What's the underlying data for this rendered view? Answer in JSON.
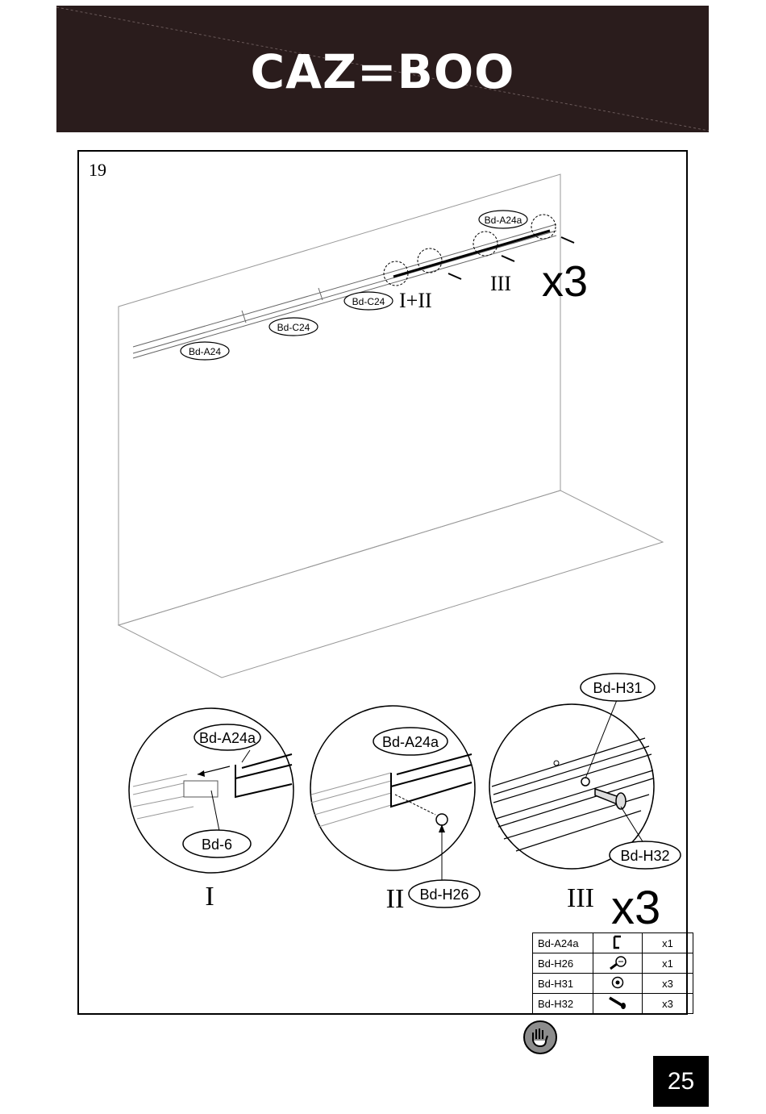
{
  "header": {
    "brand": "CAZ=BOO"
  },
  "step": {
    "number": "19"
  },
  "overview": {
    "labels": [
      "Bd-A24a",
      "Bd-C24",
      "Bd-C24",
      "Bd-A24"
    ],
    "roman_left": "I+II",
    "roman_right": "III",
    "multiplier": "x3"
  },
  "details": {
    "detail_1": {
      "roman": "I",
      "labels": [
        "Bd-A24a",
        "Bd-6"
      ]
    },
    "detail_2": {
      "roman": "II",
      "labels": [
        "Bd-A24a",
        "Bd-H26"
      ]
    },
    "detail_3": {
      "roman": "III",
      "labels": [
        "Bd-H31",
        "Bd-H32"
      ],
      "multiplier": "x3"
    }
  },
  "parts_table": [
    {
      "code": "Bd-A24a",
      "icon": "bracket-icon",
      "qty": "x1"
    },
    {
      "code": "Bd-H26",
      "icon": "screw-head-icon",
      "qty": "x1"
    },
    {
      "code": "Bd-H31",
      "icon": "washer-icon",
      "qty": "x3"
    },
    {
      "code": "Bd-H32",
      "icon": "screw-icon",
      "qty": "x3"
    }
  ],
  "page_number": "25",
  "colors": {
    "header_bg": "#2a1c1c",
    "page_box": "#000000"
  }
}
